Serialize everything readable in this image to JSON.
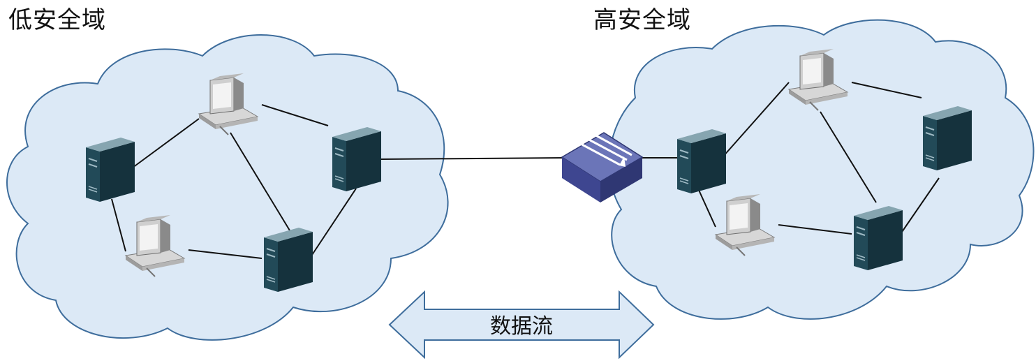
{
  "zones": {
    "low": {
      "title": "低安全域"
    },
    "high": {
      "title": "高安全域"
    }
  },
  "flow": {
    "label": "数据流"
  },
  "colors": {
    "cloud_fill": "#dce9f6",
    "cloud_stroke": "#3e6d9c",
    "server_front": "#224a58",
    "server_side": "#15323d",
    "server_top": "#86a5b0",
    "gateway_top": "#6b75b8",
    "gateway_side": "#2f3773",
    "arrow_fill": "#dce9f6",
    "arrow_stroke": "#3e6d9c"
  },
  "icons": {
    "server": "server-tower-icon",
    "workstation": "desktop-computer-icon",
    "gateway": "security-gateway-icon"
  }
}
